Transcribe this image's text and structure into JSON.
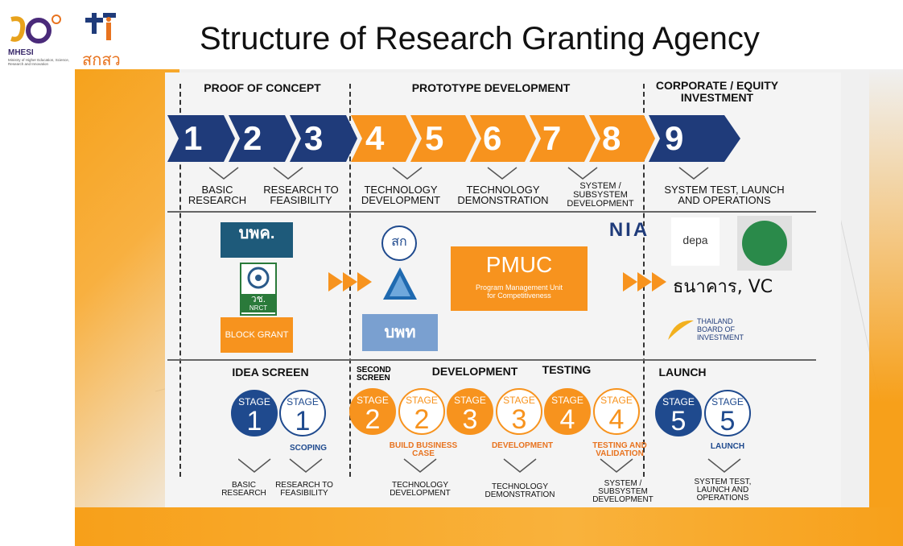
{
  "title": "Structure of Research Granting Agency",
  "logos": {
    "mhesi_name": "MHESI",
    "mhesi_sub": "Ministry of Higher Education, Science, Research and Innovation",
    "tsri_name": "สกสว"
  },
  "sections": {
    "proof": "PROOF OF CONCEPT",
    "prototype": "PROTOTYPE DEVELOPMENT",
    "corporate": "CORPORATE /  EQUITY INVESTMENT"
  },
  "steps": [
    "1",
    "2",
    "3",
    "4",
    "5",
    "6",
    "7",
    "8",
    "9"
  ],
  "phase_labels": {
    "basic": "BASIC RESEARCH",
    "feasibility": "RESEARCH TO FEASIBILITY",
    "tech_dev": "TECHNOLOGY DEVELOPMENT",
    "tech_demo": "TECHNOLOGY DEMONSTRATION",
    "system": "SYSTEM / SUBSYSTEM DEVELOPMENT",
    "launch": "SYSTEM TEST, LAUNCH AND OPERATIONS"
  },
  "agencies": {
    "bpk": "บพค.",
    "nrct": "วช.",
    "nrct_en": "NRCT",
    "block_grant": "BLOCK GRANT",
    "sk": "สก",
    "bpk2": "บพท",
    "pmuc": "PMUC",
    "pmuc_sub": "Program Management Unit for Competitiveness",
    "nia": "NIA",
    "depa": "depa",
    "bank_vc": "ธนาคาร, VC",
    "boi": "THAILAND BOARD OF INVESTMENT"
  },
  "stage_headers": {
    "idea": "IDEA SCREEN",
    "second": "SECOND SCREEN",
    "development": "DEVELOPMENT",
    "testing": "TESTING",
    "launch": "LAUNCH"
  },
  "stage_word": "STAGE",
  "stages": [
    "1",
    "1",
    "2",
    "2",
    "3",
    "3",
    "4",
    "4",
    "5",
    "5"
  ],
  "stage_sub": {
    "scoping": "SCOPING",
    "build": "BUILD BUSINESS CASE",
    "development": "DEVELOPMENT",
    "testing": "TESTING AND VALIDATION",
    "launch": "LAUNCH"
  },
  "bottom_labels": {
    "basic": "BASIC RESEARCH",
    "feasibility": "RESEARCH TO FEASIBILITY",
    "tech_dev": "TECHNOLOGY DEVELOPMENT",
    "tech_demo": "TECHNOLOGY DEMONSTRATION",
    "system": "SYSTEM / SUBSYSTEM DEVELOPMENT",
    "launch": "SYSTEM TEST, LAUNCH AND OPERATIONS"
  },
  "colors": {
    "navy": "#1f3b7a",
    "orange": "#f7931e",
    "blue": "#1f4a8e"
  }
}
